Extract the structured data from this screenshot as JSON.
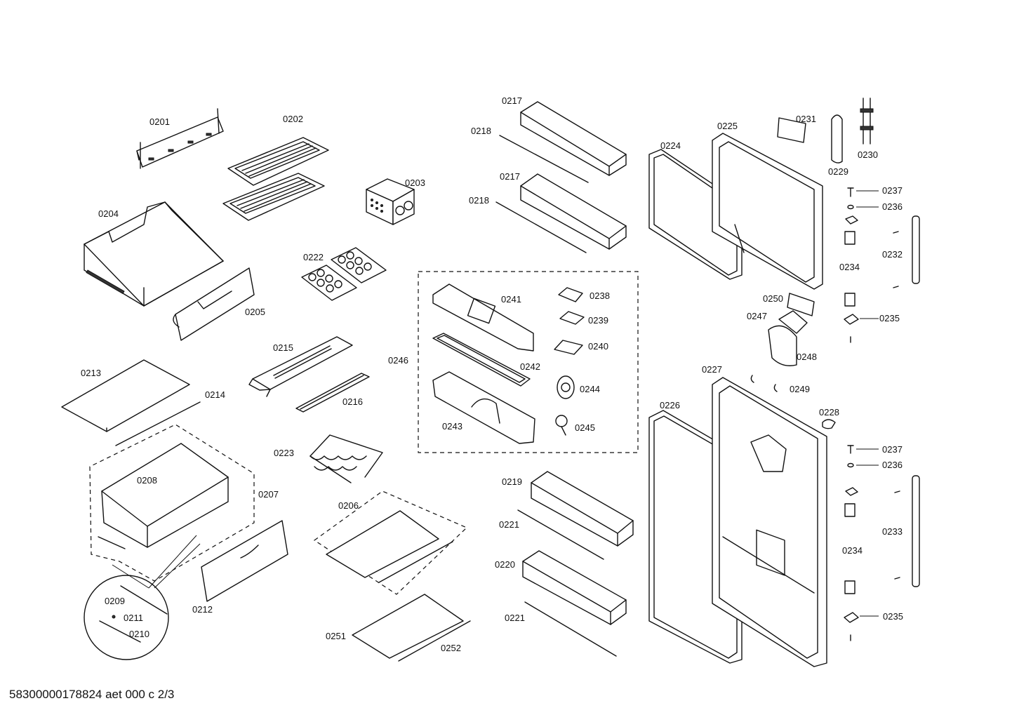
{
  "footer": "58300000178824 aet 000 c 2/3",
  "labels": {
    "p0201": "0201",
    "p0202": "0202",
    "p0203": "0203",
    "p0204": "0204",
    "p0205": "0205",
    "p0206": "0206",
    "p0207": "0207",
    "p0208": "0208",
    "p0209": "0209",
    "p0210": "0210",
    "p0211": "0211",
    "p0212": "0212",
    "p0213": "0213",
    "p0214": "0214",
    "p0215": "0215",
    "p0216": "0216",
    "p0217a": "0217",
    "p0217b": "0217",
    "p0218a": "0218",
    "p0218b": "0218",
    "p0219": "0219",
    "p0220": "0220",
    "p0221a": "0221",
    "p0221b": "0221",
    "p0222": "0222",
    "p0223": "0223",
    "p0224": "0224",
    "p0225": "0225",
    "p0226": "0226",
    "p0227": "0227",
    "p0228": "0228",
    "p0229": "0229",
    "p0230": "0230",
    "p0231": "0231",
    "p0232": "0232",
    "p0233": "0233",
    "p0234a": "0234",
    "p0234b": "0234",
    "p0235a": "0235",
    "p0235b": "0235",
    "p0236a": "0236",
    "p0236b": "0236",
    "p0237a": "0237",
    "p0237b": "0237",
    "p0238": "0238",
    "p0239": "0239",
    "p0240": "0240",
    "p0241": "0241",
    "p0242": "0242",
    "p0243": "0243",
    "p0244": "0244",
    "p0245": "0245",
    "p0246": "0246",
    "p0247": "0247",
    "p0248": "0248",
    "p0249": "0249",
    "p0250": "0250",
    "p0251": "0251",
    "p0252": "0252"
  }
}
